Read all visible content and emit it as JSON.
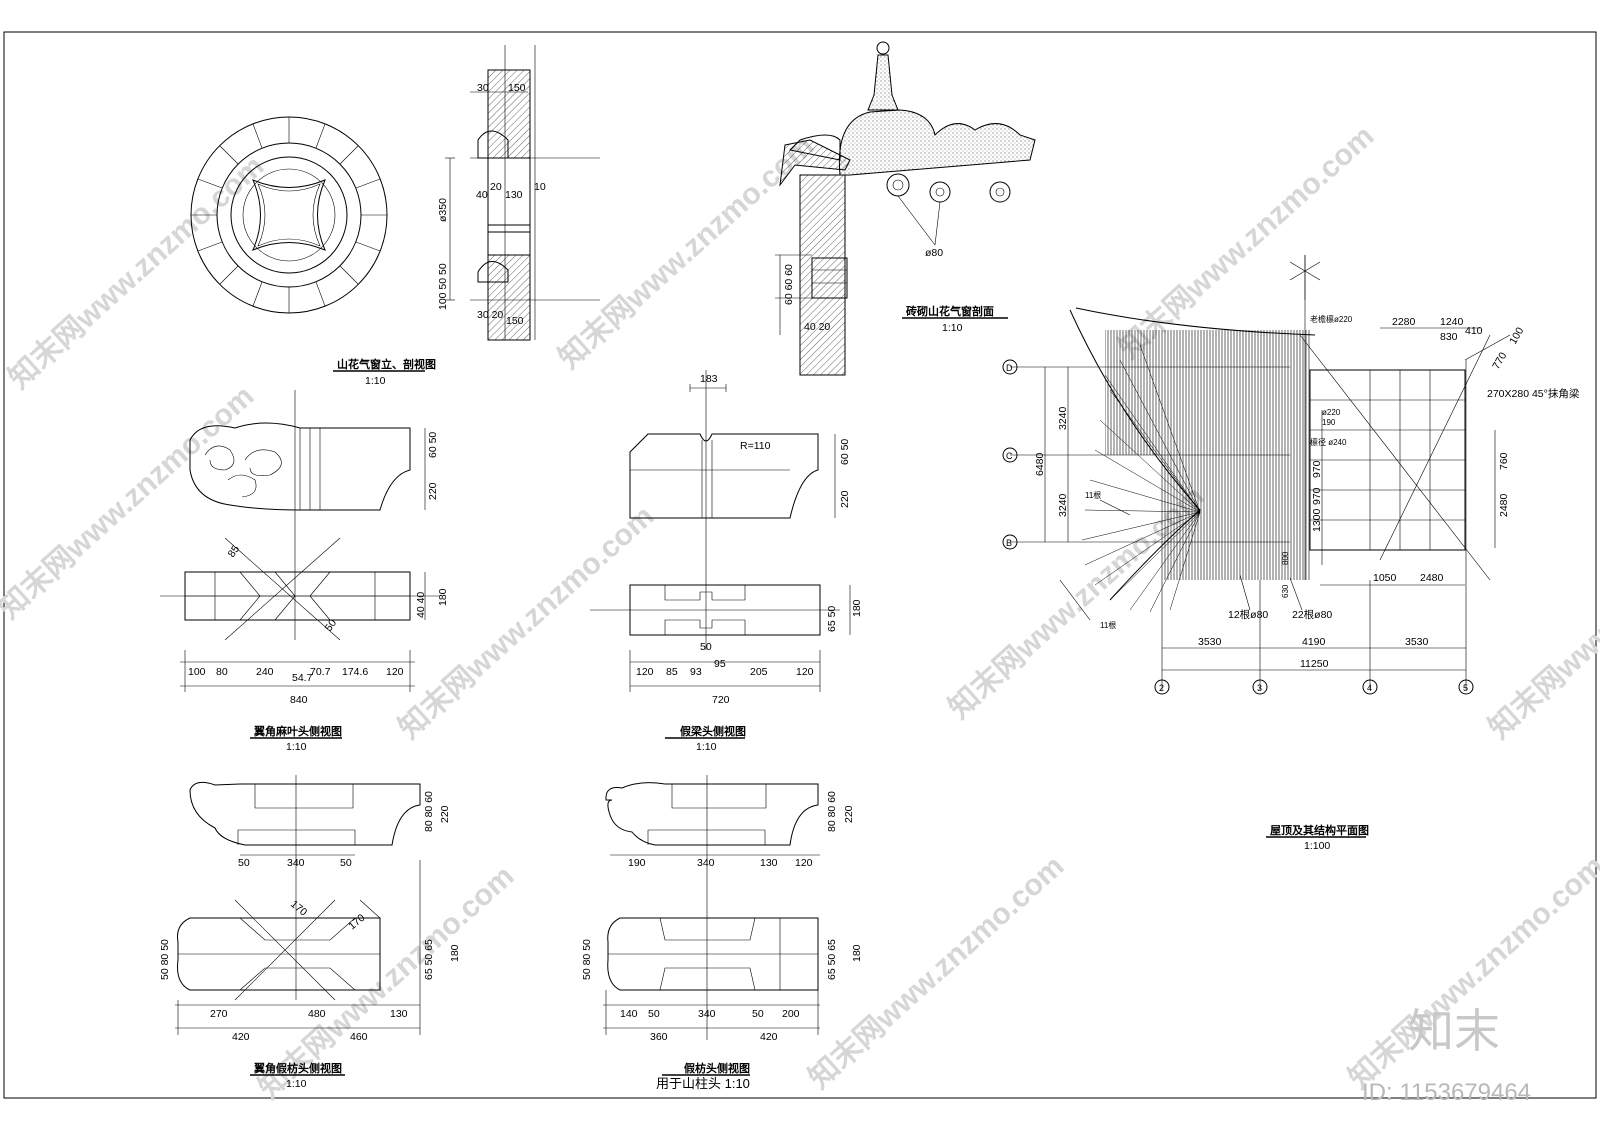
{
  "sheet": {
    "titles": {
      "vent_elevation": "山花气窗立、剖视图",
      "vent_section": "砖砌山花气窗剖面",
      "wing_corner_head": "翼角麻叶头侧视图",
      "false_beam_head": "假梁头侧视图",
      "roof_plan": "屋顶及其结构平面图",
      "wing_false_purlin_head": "翼角假枋头侧视图",
      "false_purlin_head": "假枋头侧视图"
    },
    "scales": {
      "s10": "1:10",
      "s100": "1:100"
    },
    "notes": {
      "gable_column_head": "用于山柱头 1:10",
      "corner_beam": "270X280 45°抹角梁"
    },
    "dims": {
      "vent_top_a": "30",
      "vent_top_b": "150",
      "vent_d350": "ø350",
      "vent_20": "20",
      "vent_40": "40",
      "vent_130": "130",
      "vent_10": "10",
      "vent_side": "100 50 50",
      "vent_bot_a": "30 20",
      "vent_bot_b": "150",
      "sec_606060": "60 60 60",
      "sec_4020": "40 20",
      "sec_d80": "ø80",
      "w_6050": "60 50",
      "w_220": "220",
      "w_85": "85",
      "w_50": "50",
      "w_4040": "40 40",
      "w_180": "180",
      "w_100": "100",
      "w_80": "80",
      "w_240": "240",
      "w_707": "70.7",
      "w_1746": "174.6",
      "w_120": "120",
      "w_547": "54.7",
      "w_840": "840",
      "fb_183": "183",
      "fb_r110": "R=110",
      "fb_6050": "60 50",
      "fb_220": "220",
      "fb_6550": "65 50",
      "fb_180": "180",
      "fb_50": "50",
      "fb_120a": "120",
      "fb_85": "85",
      "fb_93": "93",
      "fb_95": "95",
      "fb_205": "205",
      "fb_120b": "120",
      "fb_720": "720",
      "wp_808060": "80 80 60",
      "wp_220": "220",
      "wp_50a": "50",
      "wp_340": "340",
      "wp_50b": "50",
      "wp_170a": "170",
      "wp_170b": "170",
      "wp_508050": "50 80 50",
      "wp_655065": "65 50 65",
      "wp_180": "180",
      "wp_270": "270",
      "wp_480": "480",
      "wp_130": "130",
      "wp_420": "420",
      "wp_460": "460",
      "fp_808060": "80 80 60",
      "fp_220": "220",
      "fp_190": "190",
      "fp_340": "340",
      "fp_130": "130",
      "fp_120": "120",
      "fp_508050": "50 80 50",
      "fp_655065": "65 50 65",
      "fp_180": "180",
      "fp_140": "140",
      "fp_50a": "50",
      "fp_340b": "340",
      "fp_50b": "50",
      "fp_200": "200",
      "fp_360": "360",
      "fp_420": "420",
      "rp_2280": "2280",
      "rp_1240": "1240",
      "rp_830": "830",
      "rp_410": "410",
      "rp_770": "770",
      "rp_100": "100",
      "rp_3240a": "3240",
      "rp_3240b": "3240",
      "rp_6480": "6480",
      "rp_760": "760",
      "rp_2480a": "2480",
      "rp_970a": "970",
      "rp_970b": "970",
      "rp_1300": "1300",
      "rp_1050": "1050",
      "rp_2480b": "2480",
      "rp_d220a": "老檐檩ø220",
      "rp_d220b": "ø220",
      "rp_190": "190",
      "rp_d240": "檩径 ø240",
      "rp_11a": "11根",
      "rp_11b": "11根",
      "rp_12": "12根ø80",
      "rp_22": "22根ø80",
      "rp_630": "630",
      "rp_800": "800",
      "rp_3530a": "3530",
      "rp_4190": "4190",
      "rp_3530b": "3530",
      "rp_11250": "11250"
    },
    "axes": {
      "row_d": "D",
      "row_c": "C",
      "row_b": "B",
      "col_2": "2",
      "col_3": "3",
      "col_4": "4",
      "col_5": "5"
    },
    "watermark": {
      "site_text": "知末网www.znzmo.com",
      "brand_logo": "知末",
      "id_label": "ID: 1153679464"
    }
  }
}
